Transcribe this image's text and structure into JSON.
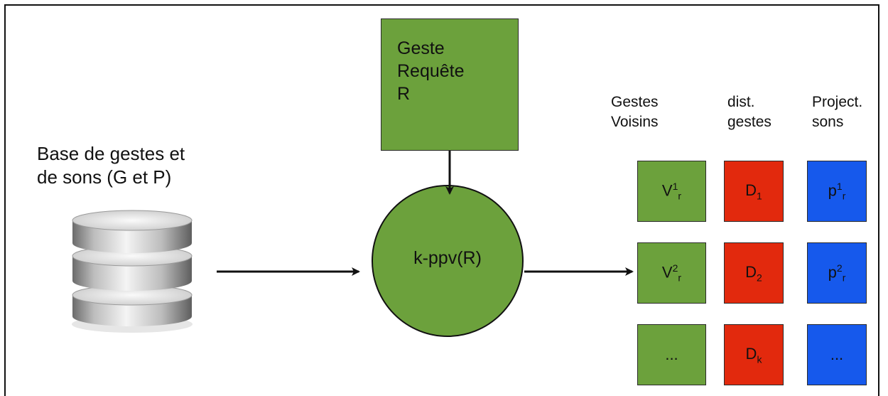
{
  "colors": {
    "green": "#6ca13c",
    "red": "#e2290d",
    "blue": "#1659ec",
    "line": "#111111"
  },
  "database": {
    "label_line1": "Base de gestes et",
    "label_line2": "de sons (G et P)",
    "icon": "database-cylinder-icon"
  },
  "query": {
    "line1": "Geste",
    "line2": "Requête",
    "line3": "R"
  },
  "knn": {
    "label": "k-ppv(R)"
  },
  "columns": {
    "neighbors": {
      "line1": "Gestes",
      "line2": "Voisins"
    },
    "distances": {
      "line1": "dist.",
      "line2": "gestes"
    },
    "projections": {
      "line1": "Project.",
      "line2": "sons"
    }
  },
  "rows": [
    {
      "v_base": "V",
      "v_sup": "1",
      "v_sub": "r",
      "d_base": "D",
      "d_sub": "1",
      "p_base": "p",
      "p_sup": "1",
      "p_sub": "r"
    },
    {
      "v_base": "V",
      "v_sup": "2",
      "v_sub": "r",
      "d_base": "D",
      "d_sub": "2",
      "p_base": "p",
      "p_sup": "2",
      "p_sub": "r"
    },
    {
      "v_text": "...",
      "d_base": "D",
      "d_sub": "k",
      "p_text": "..."
    }
  ]
}
